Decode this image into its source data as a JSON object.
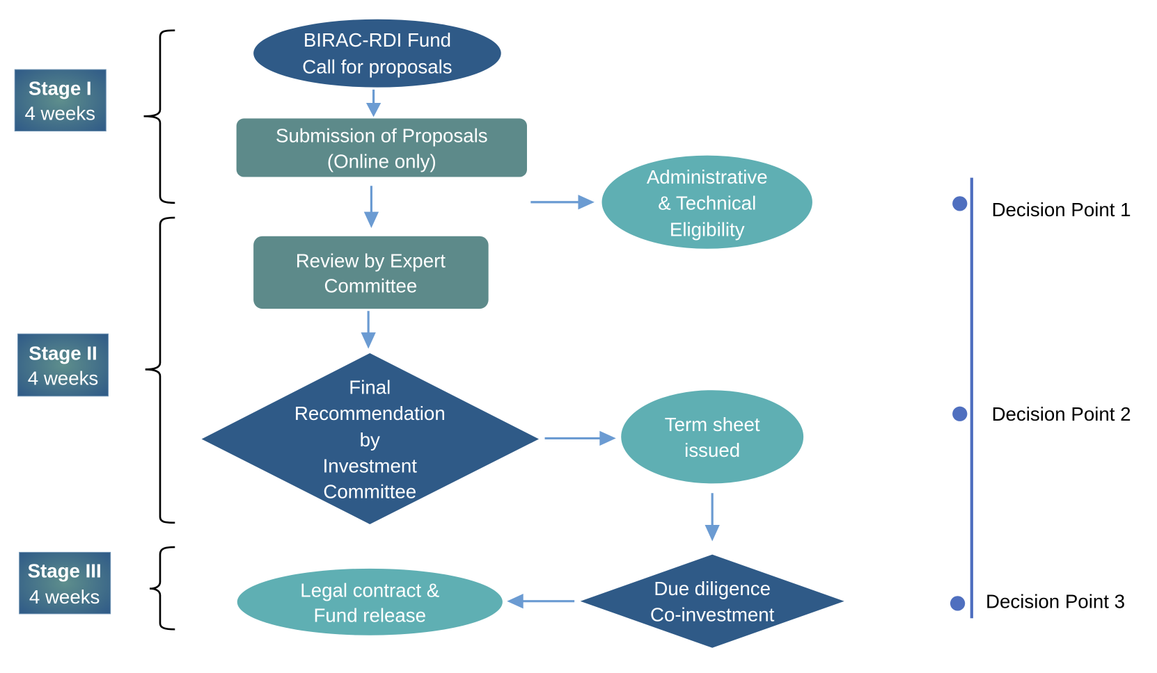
{
  "colors": {
    "dark_blue": "#2f5a87",
    "slate_teal": "#5d8a8a",
    "teal": "#5fafb3",
    "arrow": "#6b9bd2",
    "timeline": "#4f6fbf"
  },
  "stages": [
    {
      "title": "Stage I",
      "duration": "4 weeks"
    },
    {
      "title": "Stage II",
      "duration": "4 weeks"
    },
    {
      "title": "Stage III",
      "duration": "4 weeks"
    }
  ],
  "nodes": {
    "call": [
      "BIRAC-RDI Fund",
      "Call for proposals"
    ],
    "submission": [
      "Submission of Proposals",
      "(Online only)"
    ],
    "eligibility": [
      "Administrative",
      "& Technical",
      "Eligibility"
    ],
    "review": [
      "Review by Expert",
      "Committee"
    ],
    "final": [
      "Final",
      "Recommendation",
      "by",
      "Investment",
      "Committee"
    ],
    "term_sheet": [
      "Term sheet",
      "issued"
    ],
    "due_diligence": [
      "Due diligence",
      "Co-investment"
    ],
    "legal": [
      "Legal contract &",
      "Fund release"
    ]
  },
  "decision_points": [
    "Decision Point 1",
    "Decision Point 2",
    "Decision Point 3"
  ]
}
